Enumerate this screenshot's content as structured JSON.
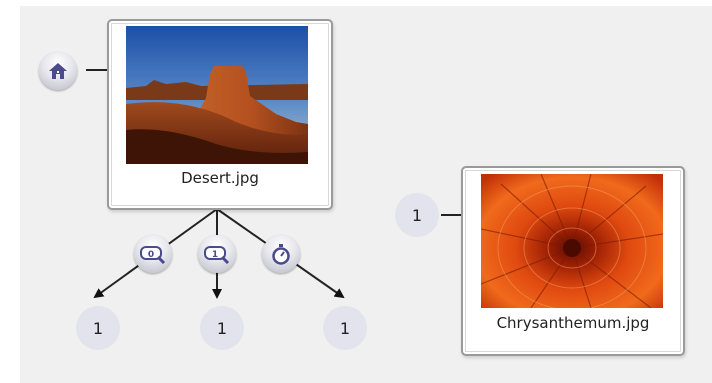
{
  "files": {
    "desert": {
      "name": "Desert.jpg"
    },
    "chrysanthemum": {
      "name": "Chrysanthemum.jpg"
    }
  },
  "badges": {
    "desert_output_1": "1",
    "desert_output_2": "1",
    "desert_output_3": "1",
    "chrysanthemum_input": "1"
  },
  "icons": {
    "home": "home-icon",
    "zoom_0": "zoom-0-icon",
    "zoom_1": "zoom-1-icon",
    "timer": "stopwatch-icon"
  },
  "colors": {
    "accent": "#4a4a8c",
    "badge_bg": "#e2e3ec",
    "canvas_bg": "#f0f0f0"
  }
}
